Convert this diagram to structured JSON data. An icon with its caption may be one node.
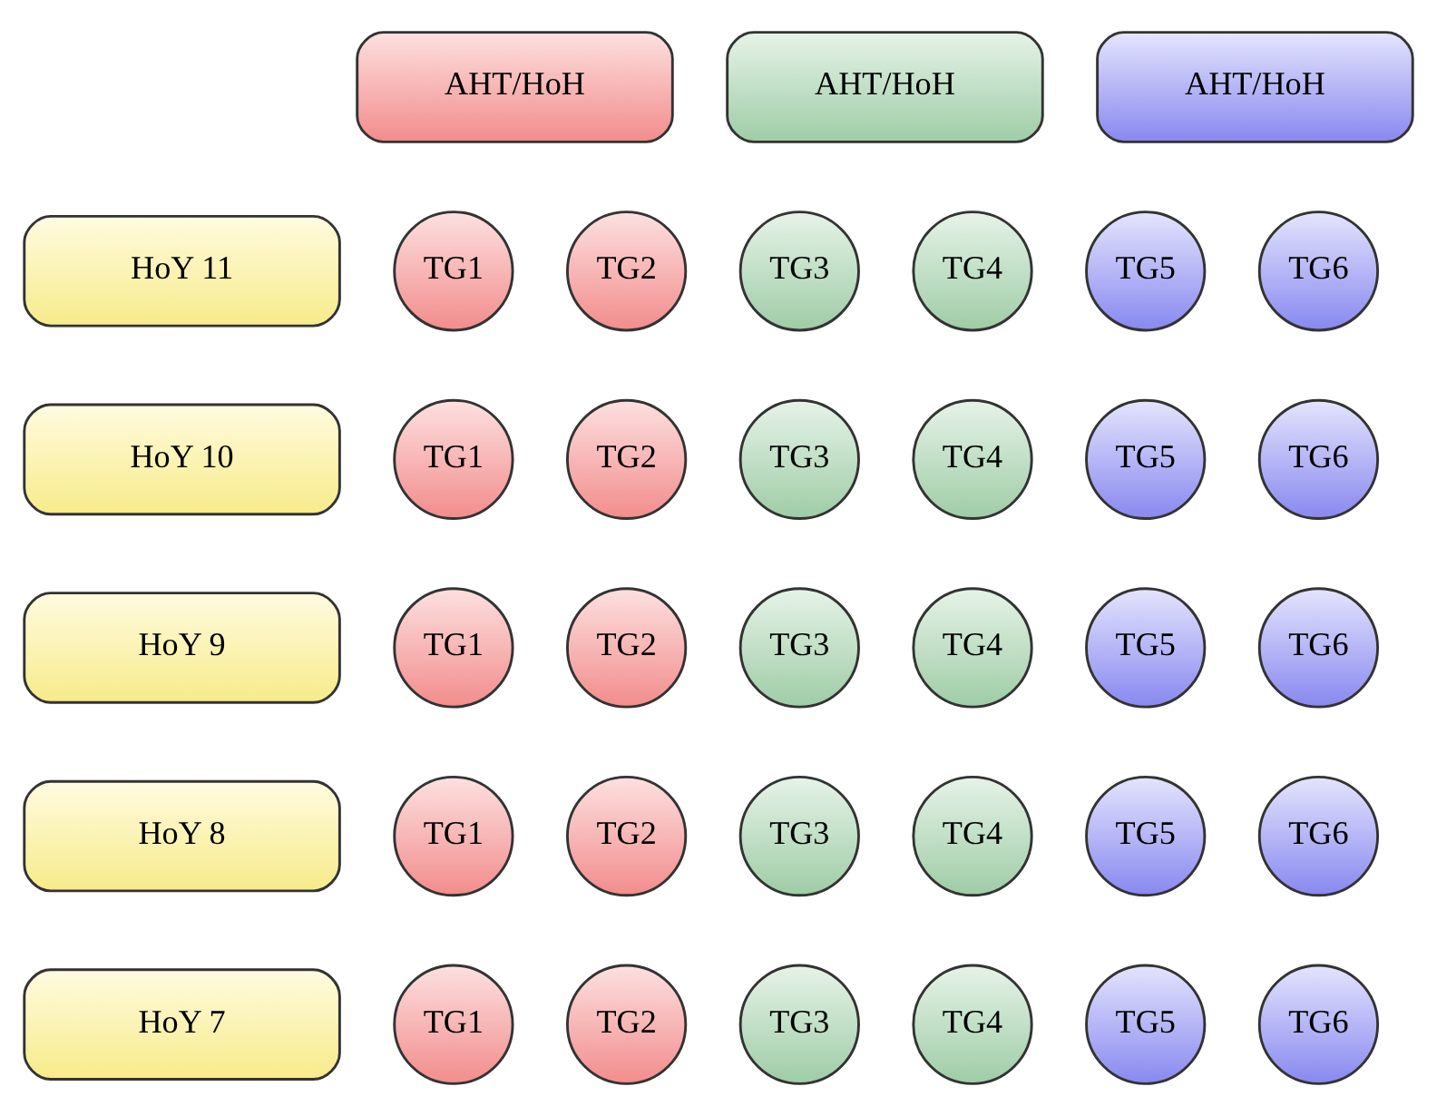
{
  "diagram": {
    "nodes": [
      {
        "text": [
          "AHT/HoH"
        ]
      },
      {
        "text": [
          "AHT/HoH"
        ]
      },
      {
        "text": [
          "AHT/HoH"
        ]
      },
      {
        "text": [
          "HoY 11"
        ]
      },
      {
        "text": [
          "TG1"
        ]
      },
      {
        "text": [
          "TG2"
        ]
      },
      {
        "text": [
          "TG3"
        ]
      },
      {
        "text": [
          "TG4"
        ]
      },
      {
        "text": [
          "TG5"
        ]
      },
      {
        "text": [
          "TG6"
        ]
      },
      {
        "text": [
          "HoY 10"
        ]
      },
      {
        "text": [
          "TG1"
        ]
      },
      {
        "text": [
          "TG2"
        ]
      },
      {
        "text": [
          "TG3"
        ]
      },
      {
        "text": [
          "TG4"
        ]
      },
      {
        "text": [
          "TG5"
        ]
      },
      {
        "text": [
          "TG6"
        ]
      },
      {
        "text": [
          "HoY 9"
        ]
      },
      {
        "text": [
          "TG1"
        ]
      },
      {
        "text": [
          "TG2"
        ]
      },
      {
        "text": [
          "TG3"
        ]
      },
      {
        "text": [
          "TG4"
        ]
      },
      {
        "text": [
          "TG5"
        ]
      },
      {
        "text": [
          "TG6"
        ]
      },
      {
        "text": [
          "HoY 8"
        ]
      },
      {
        "text": [
          "TG1"
        ]
      },
      {
        "text": [
          "TG2"
        ]
      },
      {
        "text": [
          "TG3"
        ]
      },
      {
        "text": [
          "TG4"
        ]
      },
      {
        "text": [
          "TG5"
        ]
      },
      {
        "text": [
          "TG6"
        ]
      },
      {
        "text": [
          "HoY 7"
        ]
      },
      {
        "text": [
          "TG1"
        ]
      },
      {
        "text": [
          "TG2"
        ]
      },
      {
        "text": [
          "TG3"
        ]
      },
      {
        "text": [
          "TG4"
        ]
      },
      {
        "text": [
          "TG5"
        ]
      },
      {
        "text": [
          "TG6"
        ]
      }
    ],
    "edges": []
  }
}
